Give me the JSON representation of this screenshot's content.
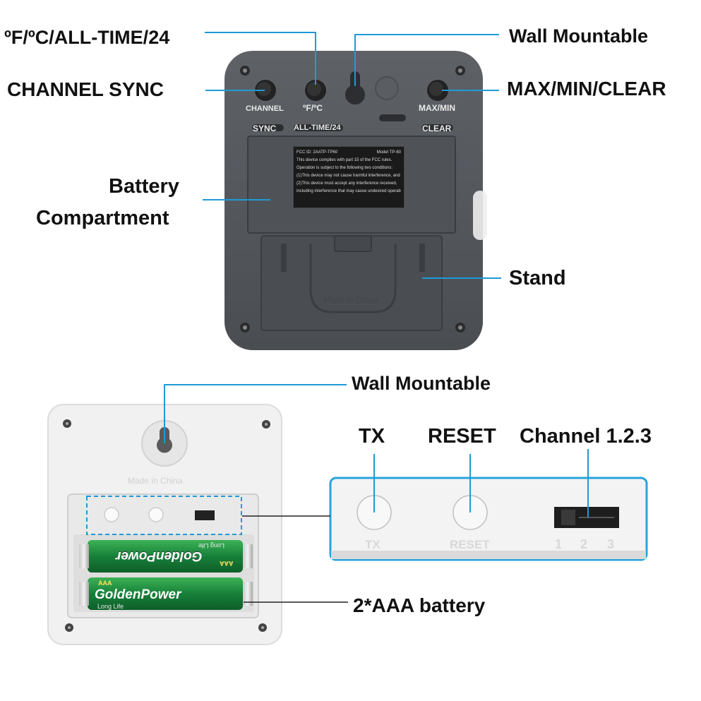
{
  "top_labels": {
    "unit_switch": "ºF/ºC/ALL-TIME/24",
    "wall_mount": "Wall Mountable",
    "channel_sync": "CHANNEL SYNC",
    "max_min_clear": "MAX/MIN/CLEAR",
    "battery_line1": "Battery",
    "battery_line2": "Compartment",
    "stand": "Stand"
  },
  "receiver_back": {
    "channel_top": "CHANNEL",
    "channel_bottom": "SYNC",
    "unit_top": "ºF/ºC",
    "unit_bottom": "ALL-TIME/24",
    "maxmin_top": "MAX/MIN",
    "maxmin_bottom": "CLEAR",
    "fcc_id": "FCC ID: 2AATP-TP60",
    "model": "Model TP-60",
    "fcc_line1": "This device complies with part 15 of the FCC rules.",
    "fcc_line2": "Operation is subject to the following two conditions:",
    "fcc_line3": "(1)This device may not cause harmful interference, and",
    "fcc_line4": "(2)This device must accept any interference received,",
    "fcc_line5": "including interference that may cause undesired operation.",
    "stand_imprint": "Made in China"
  },
  "bottom_labels": {
    "wall_mount": "Wall Mountable",
    "tx": "TX",
    "reset": "RESET",
    "channel": "Channel 1.2.3",
    "battery": "2*AAA battery"
  },
  "sensor": {
    "imprint": "Made in China",
    "tx": "TX",
    "reset": "RESET",
    "ch1": "1",
    "ch2": "2",
    "ch3": "3",
    "battery_brand": "GoldenPower",
    "battery_type": "AAA",
    "battery_sub": "Long Life"
  },
  "colors": {
    "callout": "#1f9ad6",
    "receiver": "#55595e",
    "sensor": "#f0f0f0",
    "battery": "#1f8a3a"
  }
}
